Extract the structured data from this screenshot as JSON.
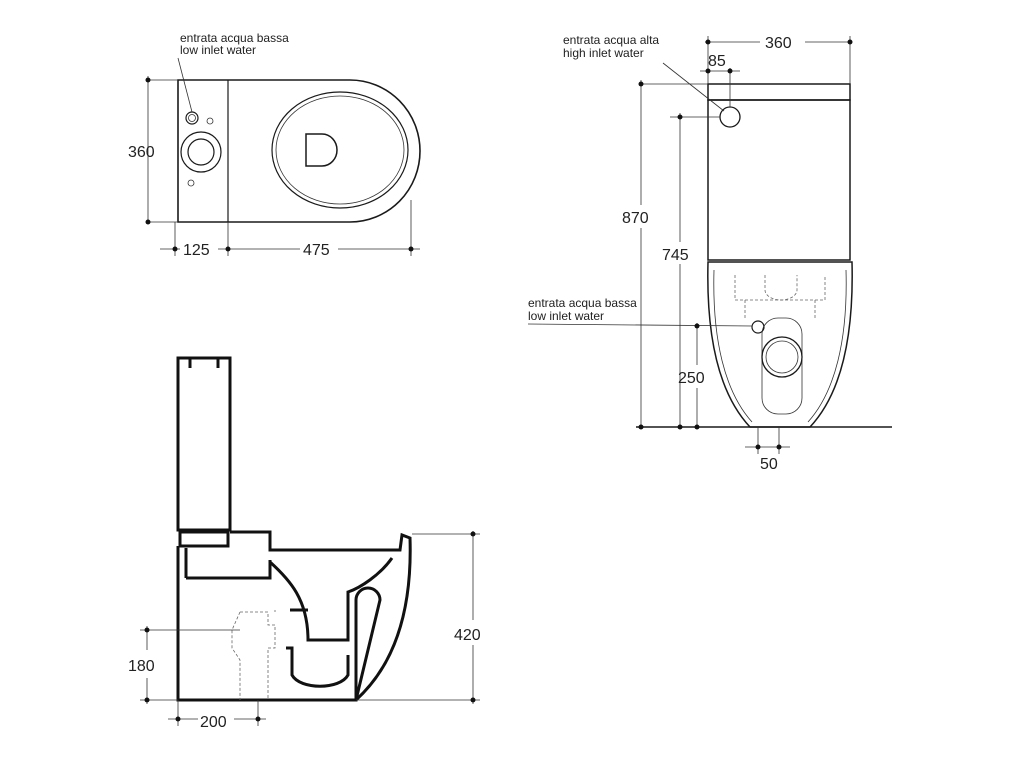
{
  "top_view": {
    "inlet_note_it": "entrata acqua bassa",
    "inlet_note_en": "low inlet water",
    "dim_width": "360",
    "dim_tank_depth": "125",
    "dim_bowl_length": "475"
  },
  "front_view": {
    "high_inlet_note_it": "entrata acqua alta",
    "high_inlet_note_en": "high inlet water",
    "low_inlet_note_it": "entrata acqua bassa",
    "low_inlet_note_en": "low inlet water",
    "dim_width": "360",
    "dim_inlet_offset": "85",
    "dim_total_height": "870",
    "dim_high_inlet_height": "745",
    "dim_low_inlet_height": "250",
    "dim_outlet_offset": "50"
  },
  "side_view": {
    "dim_bowl_height": "420",
    "dim_outlet_height": "180",
    "dim_outlet_distance": "200"
  }
}
